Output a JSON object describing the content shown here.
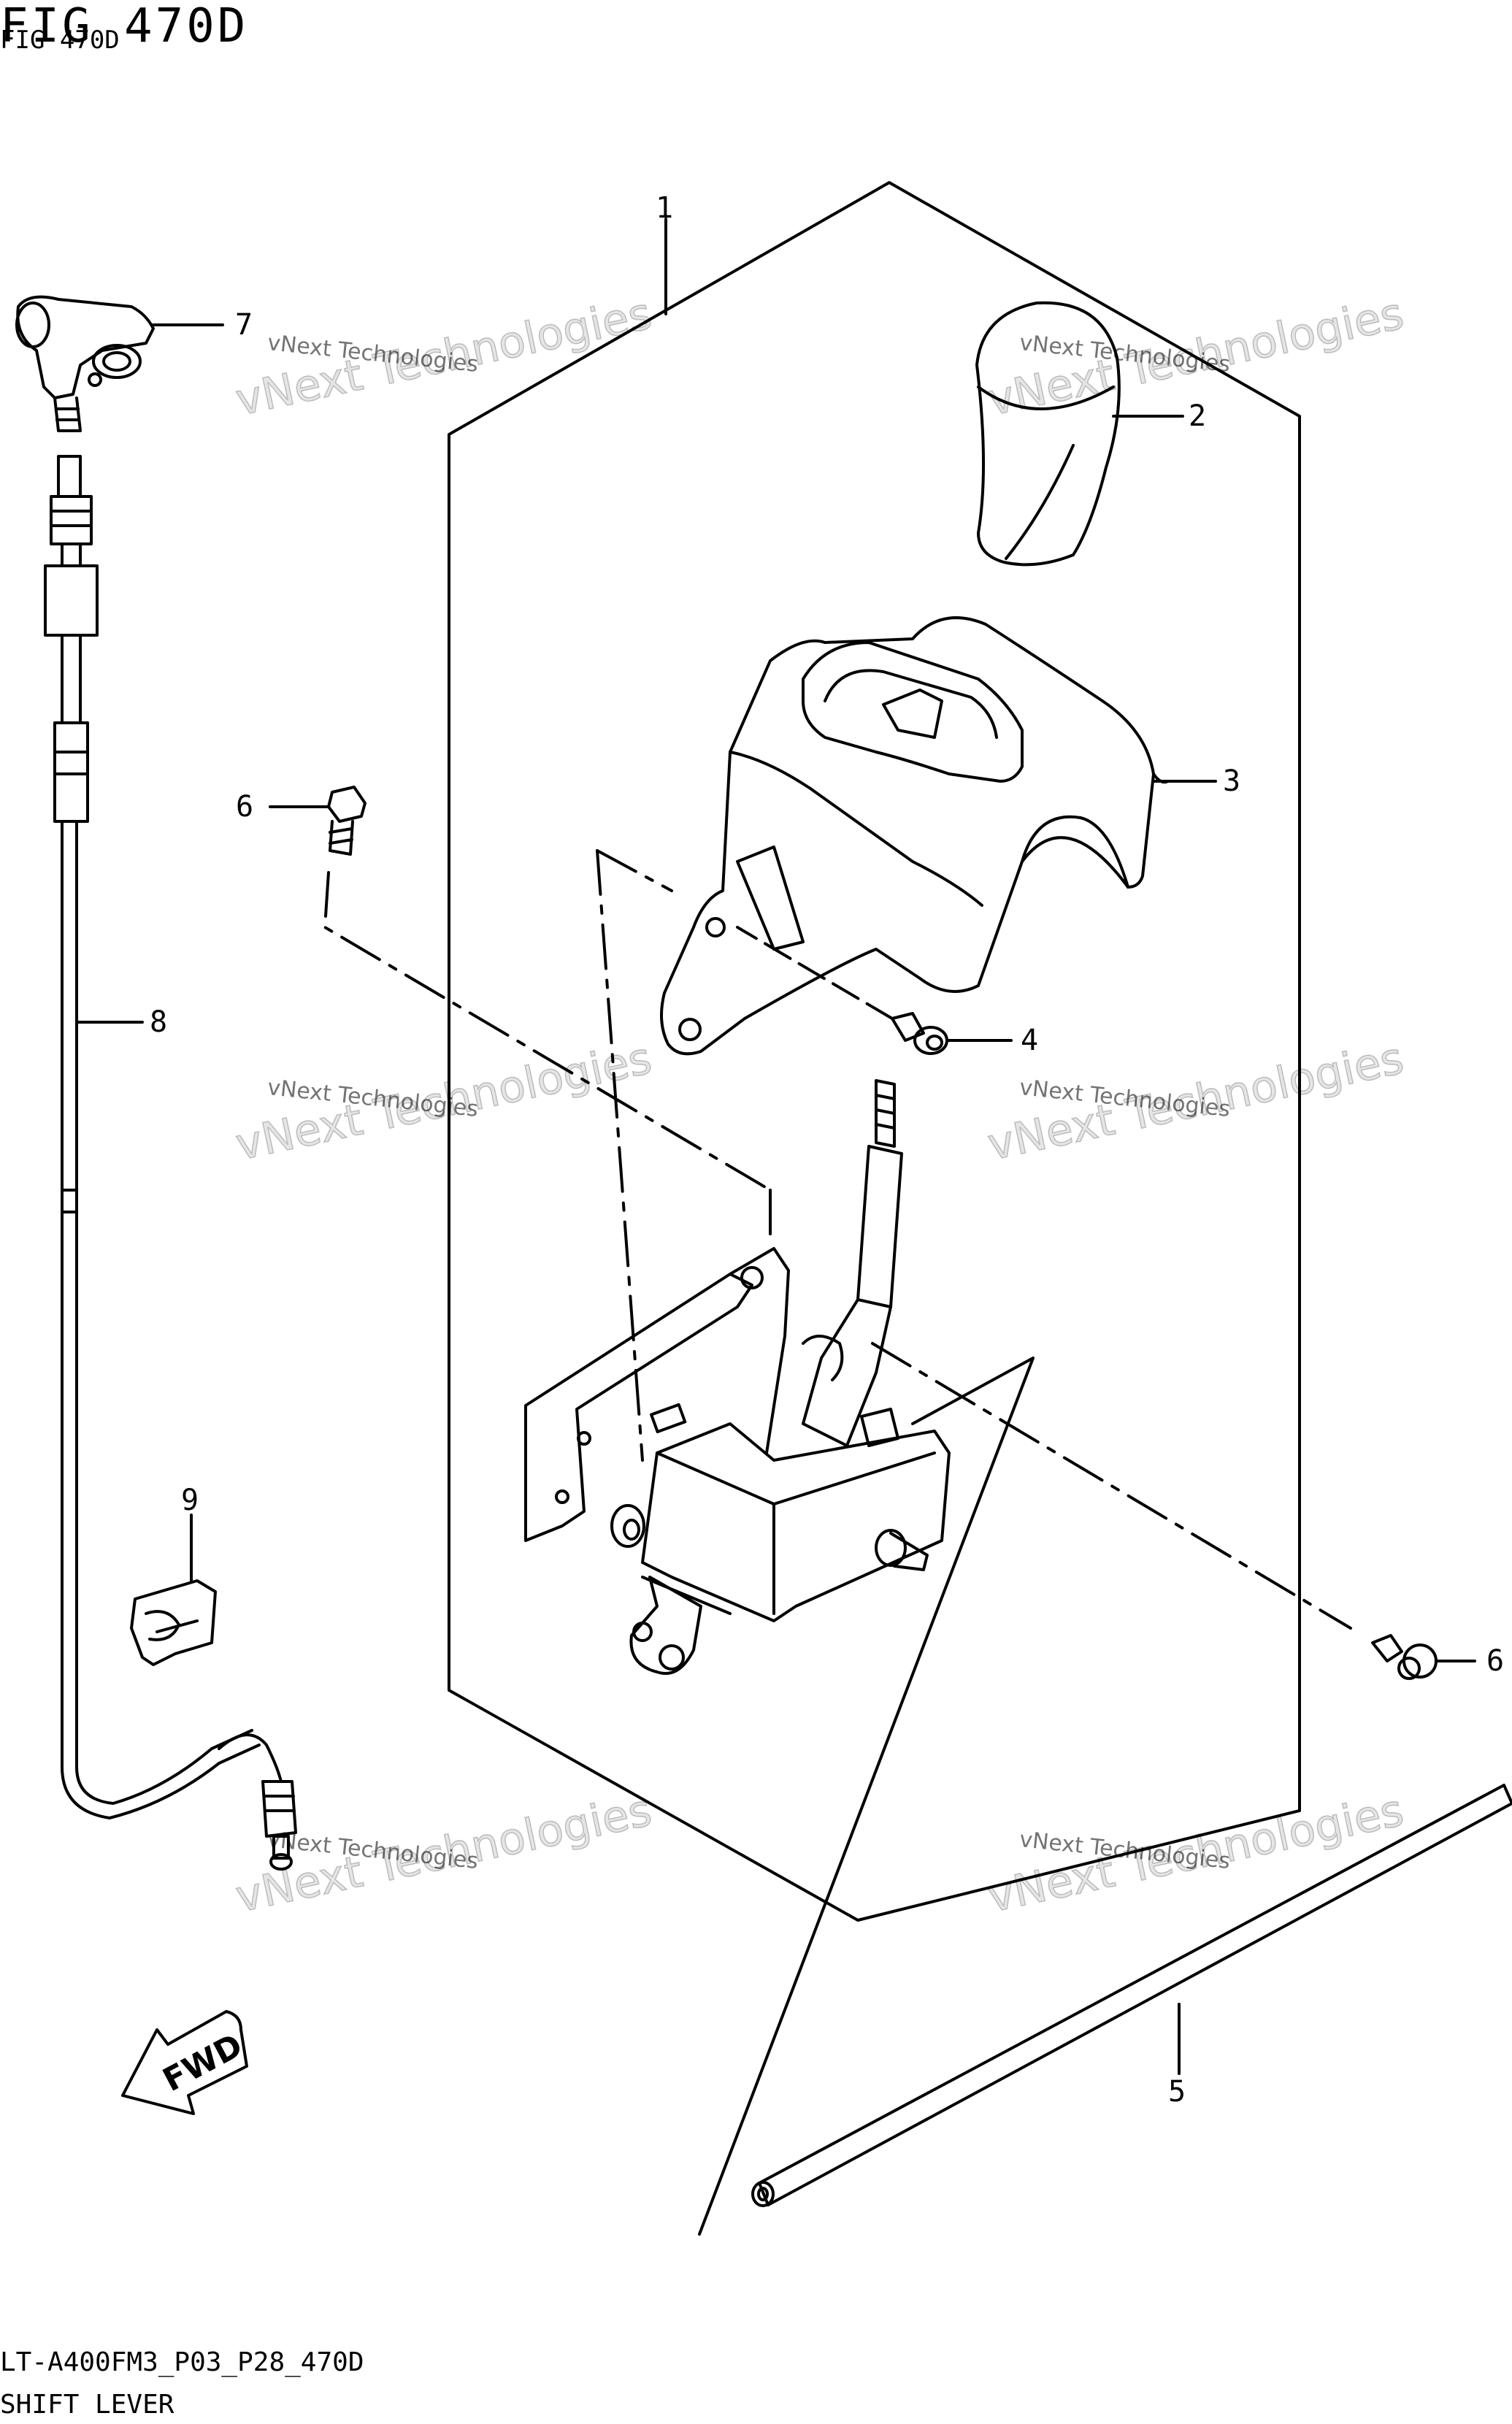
{
  "figure": {
    "title": "FIG 470D",
    "subtitle": "FIG 470D"
  },
  "callouts": [
    "1",
    "2",
    "3",
    "4",
    "5",
    "6",
    "6",
    "7",
    "8",
    "9"
  ],
  "watermark": {
    "small": "vNext Technologies",
    "big": "vNext Technologies"
  },
  "fwd_label": "FWD",
  "footer": {
    "model_code": "LT-A400FM3_P03_P28_470D",
    "part_name": "SHIFT LEVER"
  }
}
